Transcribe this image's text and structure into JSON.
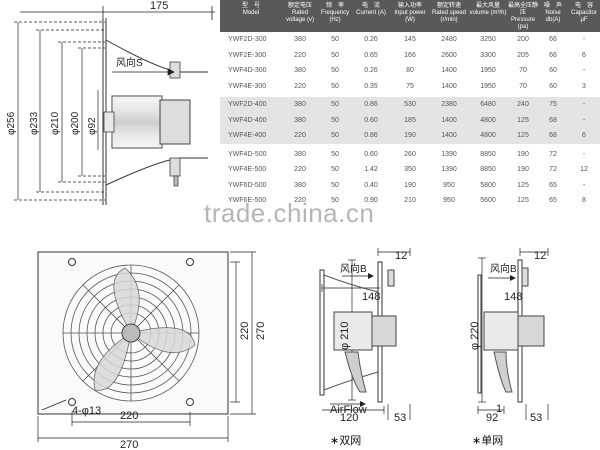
{
  "dimensions": {
    "top_width": "175",
    "d256": "φ256",
    "d233": "φ233",
    "d210": "φ210",
    "d200": "φ200",
    "d92": "φ92",
    "airflow_top": "风向S",
    "front_220_w": "220",
    "front_270_w": "270",
    "front_220_h": "220",
    "front_270_h": "270",
    "front_holes": "4-φ13",
    "side1_12": "12",
    "side1_148": "148",
    "side1_d210": "φ 210",
    "side1_120": "120",
    "side1_53": "53",
    "side1_airflow": "AirFlow",
    "side1_wind": "风向B",
    "side1_caption": "∗双网",
    "side2_12": "12",
    "side2_148": "148",
    "side2_d220": "φ 220",
    "side2_92": "92",
    "side2_1": "1",
    "side2_53": "53",
    "side2_wind": "风向B",
    "side2_caption": "∗单网"
  },
  "watermark": "trade.china.cn",
  "spec_table": {
    "headers": [
      {
        "cn": "型　号",
        "en": "Model"
      },
      {
        "cn": "额定电压",
        "en": "Rated voltage (v)"
      },
      {
        "cn": "频　率",
        "en": "Frequency (Hz)"
      },
      {
        "cn": "电　流",
        "en": "Current (A)"
      },
      {
        "cn": "输入功率",
        "en": "Input power (W)"
      },
      {
        "cn": "额定转速",
        "en": "Rated speed (r/min)"
      },
      {
        "cn": "最大风量",
        "en": "volume (m³/h)"
      },
      {
        "cn": "最高全压静压",
        "en": "Pressure (pa)"
      },
      {
        "cn": "噪　声",
        "en": "Noise db(A)"
      },
      {
        "cn": "电　容",
        "en": "Capacitor μF"
      }
    ],
    "rows": [
      [
        "YWF2D-300",
        "380",
        "50",
        "0.26",
        "145",
        "2480",
        "3250",
        "200",
        "66",
        "-"
      ],
      [
        "YWF2E-300",
        "220",
        "50",
        "0.65",
        "166",
        "2600",
        "3300",
        "205",
        "66",
        "6"
      ],
      [
        "YWF4D-300",
        "380",
        "50",
        "0.26",
        "80",
        "1400",
        "1950",
        "70",
        "60",
        "-"
      ],
      [
        "YWF4E-300",
        "220",
        "50",
        "0.35",
        "75",
        "1400",
        "1950",
        "70",
        "60",
        "3"
      ],
      [
        "YWF2D-400",
        "380",
        "50",
        "0.86",
        "530",
        "2380",
        "6480",
        "240",
        "75",
        "-"
      ],
      [
        "YWF4D-400",
        "380",
        "50",
        "0.60",
        "185",
        "1400",
        "4800",
        "125",
        "68",
        "-"
      ],
      [
        "YWF4E-400",
        "220",
        "50",
        "0.86",
        "190",
        "1400",
        "4800",
        "125",
        "68",
        "6"
      ],
      [
        "YWF4D-500",
        "380",
        "50",
        "0.60",
        "260",
        "1390",
        "8850",
        "190",
        "72",
        "-"
      ],
      [
        "YWF4E-500",
        "220",
        "50",
        "1.42",
        "350",
        "1390",
        "8850",
        "190",
        "72",
        "12"
      ],
      [
        "YWF6D-500",
        "380",
        "50",
        "0.40",
        "190",
        "950",
        "5800",
        "125",
        "65",
        "-"
      ],
      [
        "YWF6E-500",
        "220",
        "50",
        "0.90",
        "210",
        "950",
        "5600",
        "125",
        "65",
        "8"
      ]
    ]
  }
}
